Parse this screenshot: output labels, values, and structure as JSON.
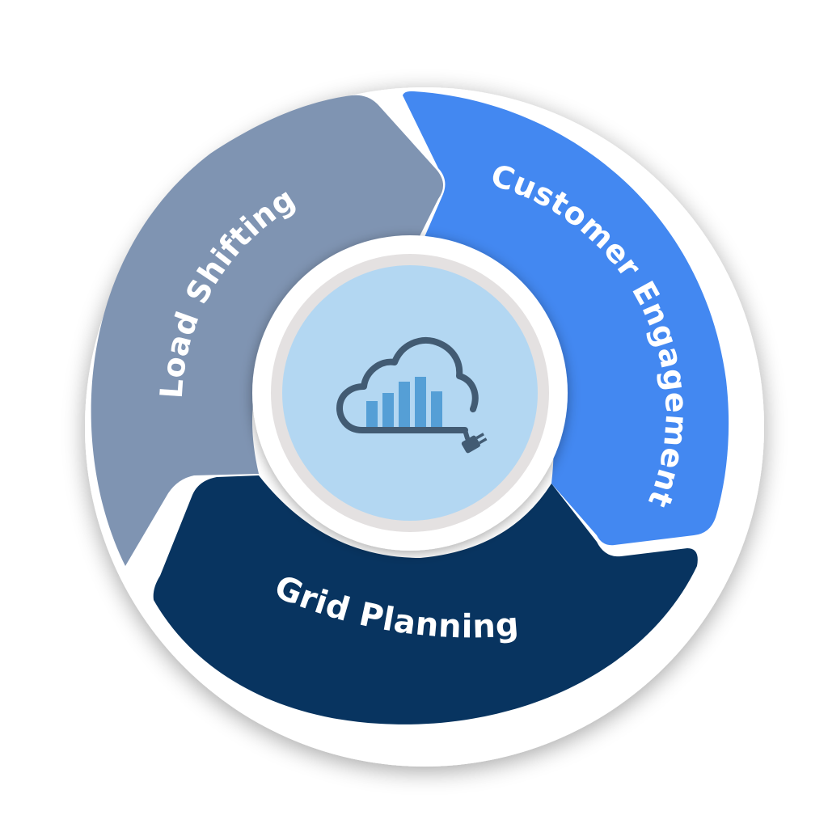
{
  "segments": [
    {
      "label": "Load Shifting",
      "color": "#7f94b2"
    },
    {
      "label": "Customer Engagement",
      "color": "#4388f1"
    },
    {
      "label": "Grid Planning",
      "color": "#083460"
    }
  ],
  "center": {
    "icon": "cloud-bar-chart-plug-icon",
    "fill": "#b3d7f2",
    "ring": "#e4e1e1"
  }
}
